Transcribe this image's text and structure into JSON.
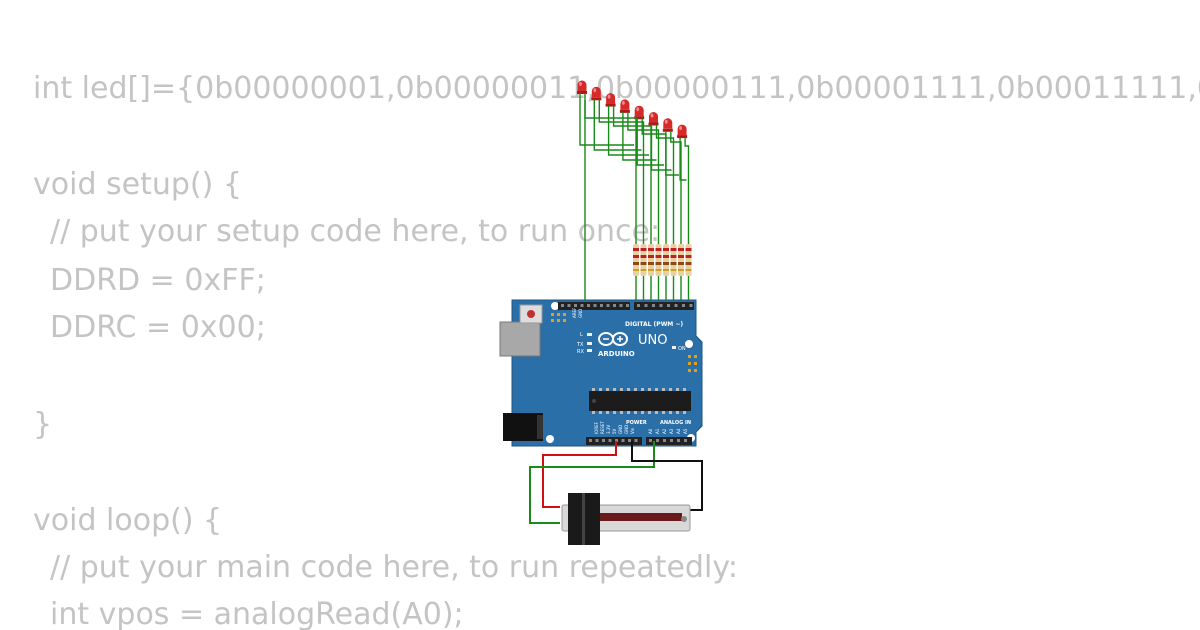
{
  "code_lines": [
    "int led[]={0b00000001,0b00000011,0b00000111,0b00001111,0b00011111,0",
    "void setup() {",
    "// put your setup code here, to run once:",
    "DDRD = 0xFF;",
    "DDRC = 0x00;",
    "}",
    "void loop() {",
    "// put your main code here, to run repeatedly:",
    "int vpos = analogRead(A0);"
  ],
  "board": {
    "brand": "ARDUINO",
    "model": "UNO",
    "digital_header": "DIGITAL (PWM ~)",
    "power_header": "POWER",
    "analog_header": "ANALOG IN",
    "on_label": "ON",
    "tx_label": "TX",
    "rx_label": "RX",
    "l_label": "L"
  },
  "leds": {
    "count": 8,
    "color": "#d42a2a"
  },
  "wires": {
    "signal": "#1a8a1a",
    "power": "#d01010",
    "ground": "#111111"
  },
  "pcb_color": "#2a6fa8"
}
